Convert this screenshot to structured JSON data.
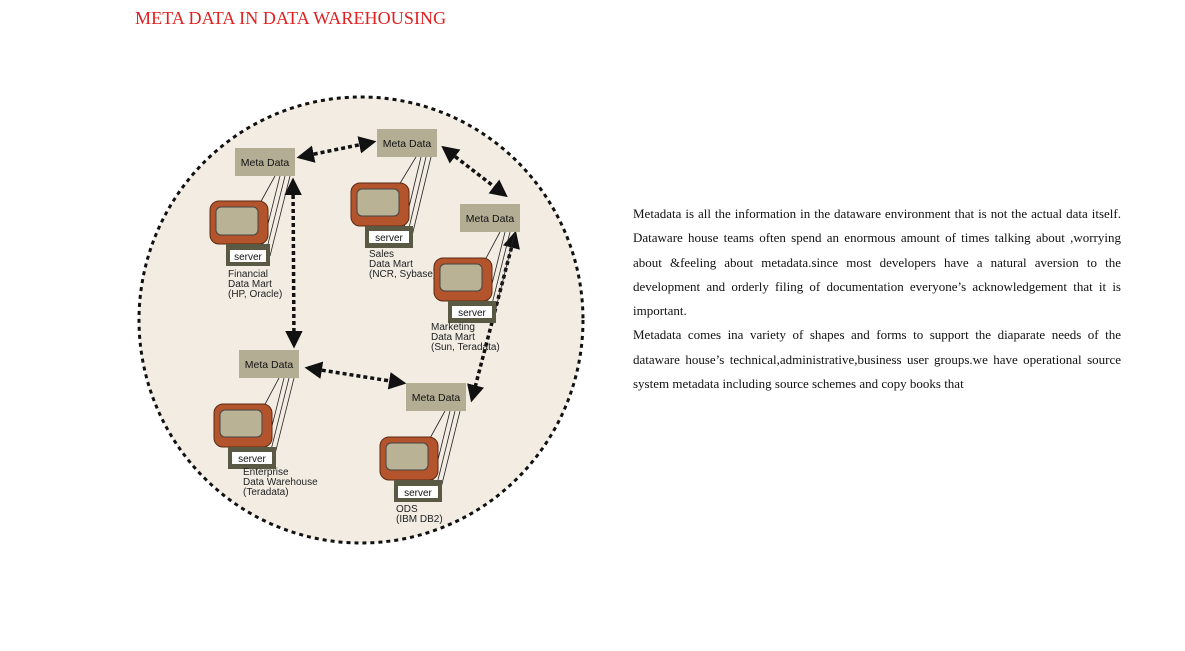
{
  "title": "META DATA IN DATA WAREHOUSING",
  "diagram": {
    "metadata_label": "Meta Data",
    "server_label": "server",
    "nodes": [
      {
        "name": "financial",
        "lines": [
          "Financial",
          "Data Mart",
          "(HP, Oracle)"
        ]
      },
      {
        "name": "sales",
        "lines": [
          "Sales",
          "Data Mart",
          "(NCR, Sybase)"
        ]
      },
      {
        "name": "marketing",
        "lines": [
          "Marketing",
          "Data Mart",
          "(Sun, Teradata)"
        ]
      },
      {
        "name": "enterprise",
        "lines": [
          "Enterprise",
          "Data Warehouse",
          "(Teradata)"
        ]
      },
      {
        "name": "ods",
        "lines": [
          "ODS",
          "(IBM DB2)"
        ]
      }
    ]
  },
  "paragraphs": [
    "Metadata is all the information in the dataware environment that is not the actual data itself. Dataware house teams often spend an enormous amount of times talking about ,worrying about &feeling about metadata.since most developers have a natural aversion to the development and orderly filing of documentation everyone’s acknowledgement that it is important.",
    "Metadata comes ina variety of shapes and forms to support the diaparate needs of the dataware house’s technical,administrative,business user groups.we have operational source system metadata including source schemes and copy books that"
  ]
}
